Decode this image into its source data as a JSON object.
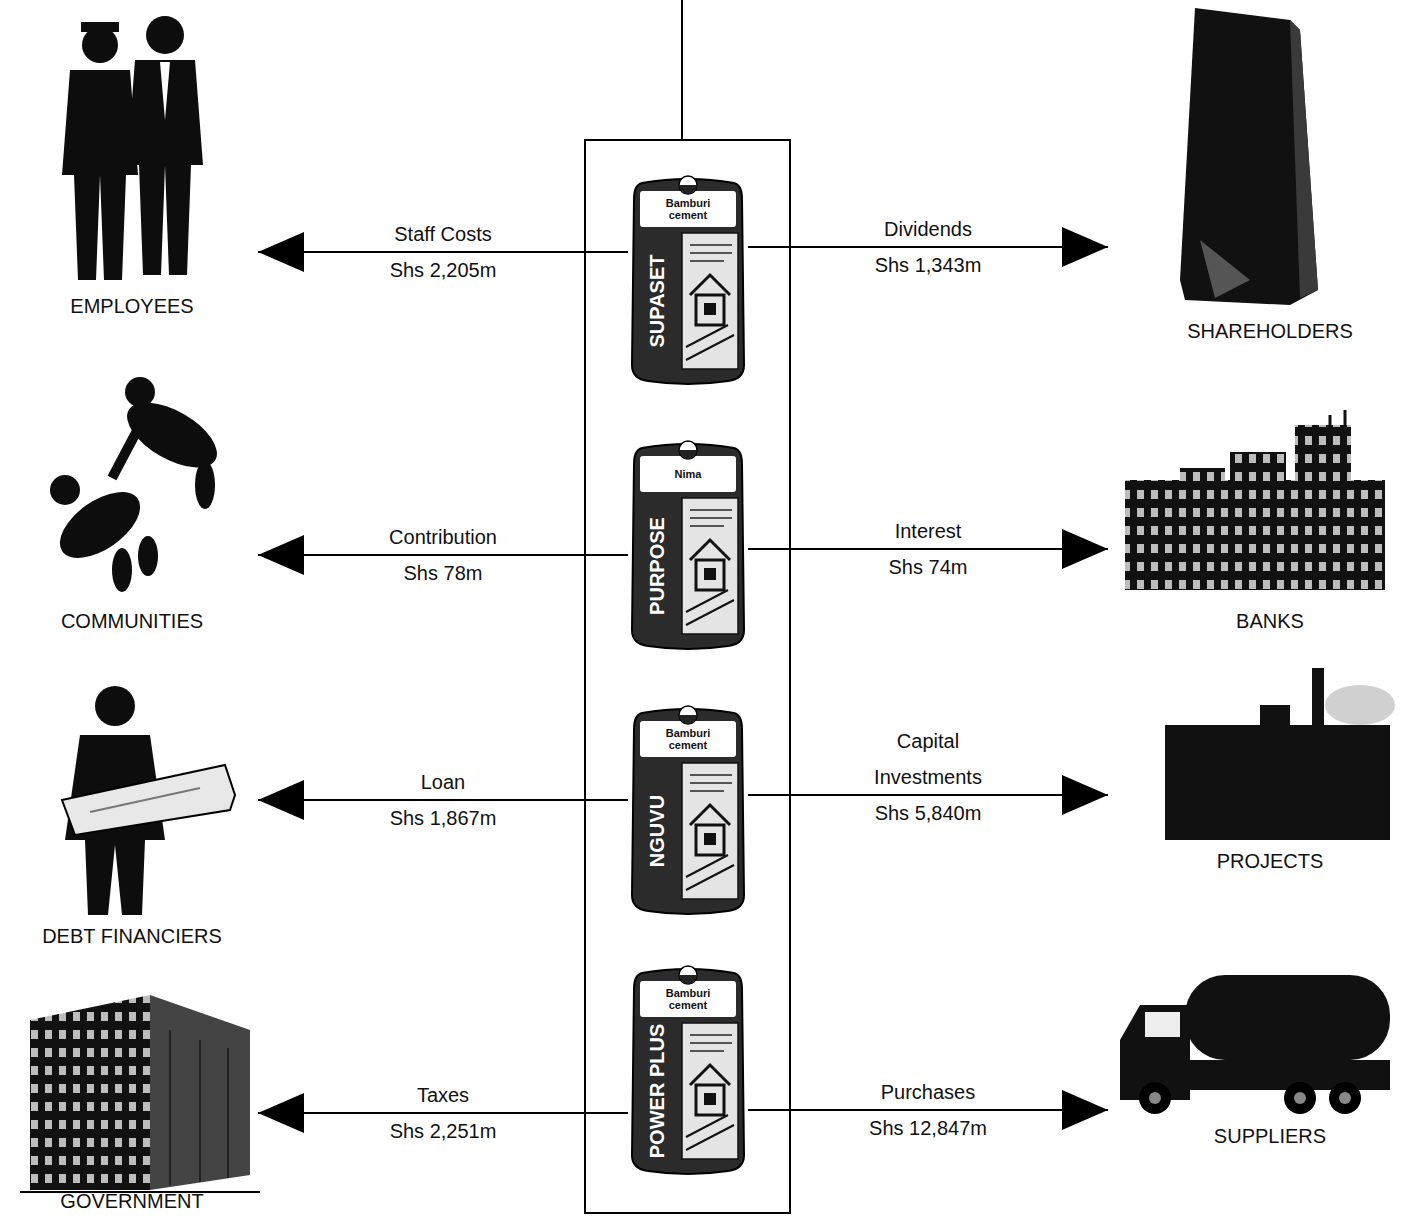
{
  "diagram": {
    "nodes": [
      {
        "text": [
          "EMPLOYEES"
        ]
      },
      {
        "text": [
          "Bamburi cement",
          "SUPASET"
        ]
      },
      {
        "text": [
          "SHAREHOLDERS"
        ]
      },
      {
        "text": [
          "COMMUNITIES"
        ]
      },
      {
        "text": [
          "Nima",
          "PURPOSE"
        ]
      },
      {
        "text": [
          "BANKS"
        ]
      },
      {
        "text": [
          "DEBT FINANCIERS"
        ]
      },
      {
        "text": [
          "Bamburi cement",
          "NGUVU"
        ]
      },
      {
        "text": [
          "PROJECTS"
        ]
      },
      {
        "text": [
          "GOVERNMENT"
        ]
      },
      {
        "text": [
          "Bamburi cement",
          "POWER PLUS"
        ]
      },
      {
        "text": [
          "SUPPLIERS"
        ]
      }
    ],
    "edges": [
      {
        "from": 1,
        "to": 0,
        "arrow": "to",
        "label": "Staff Costs Shs 2,205m"
      },
      {
        "from": 1,
        "to": 2,
        "arrow": "to",
        "label": "Dividends Shs 1,343m"
      },
      {
        "from": 4,
        "to": 3,
        "arrow": "to",
        "label": "Contribution Shs 78m"
      },
      {
        "from": 4,
        "to": 5,
        "arrow": "to",
        "label": "Interest Shs 74m"
      },
      {
        "from": 7,
        "to": 6,
        "arrow": "to",
        "label": "Loan Shs 1,867m"
      },
      {
        "from": 7,
        "to": 8,
        "arrow": "to",
        "label": "Capital Investments Shs 5,840m"
      },
      {
        "from": 10,
        "to": 9,
        "arrow": "to",
        "label": "Taxes Shs 2,251m"
      },
      {
        "from": 10,
        "to": 11,
        "arrow": "to",
        "label": "Purchases Shs 12,847m"
      }
    ]
  }
}
